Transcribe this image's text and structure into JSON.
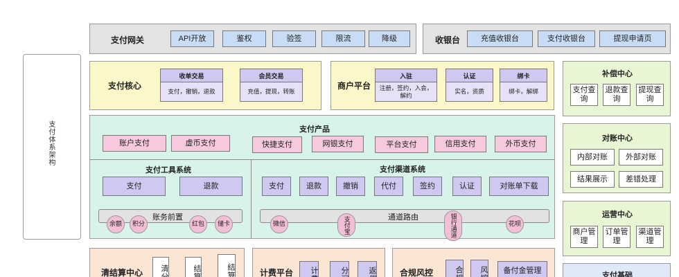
{
  "system_label": "支付体系架构",
  "gateway": {
    "title": "支付网关",
    "items": [
      "API开放",
      "鉴权",
      "验签",
      "限流",
      "降级"
    ]
  },
  "cashier": {
    "title": "收银台",
    "items": [
      "充值收银台",
      "支付收银台",
      "提现申请页"
    ]
  },
  "pay_core": {
    "title": "支付核心",
    "cards": [
      {
        "head": "收单交易",
        "body": "支付，撤销，退款"
      },
      {
        "head": "会员交易",
        "body": "充值，提现，转账"
      }
    ]
  },
  "merchant": {
    "title": "商户平台",
    "cards": [
      {
        "head": "入驻",
        "body": "注册，签约，入会，解约"
      },
      {
        "head": "认证",
        "body": "实名，资质"
      },
      {
        "head": "绑卡",
        "body": "绑卡，解绑"
      }
    ]
  },
  "products": {
    "title": "支付产品",
    "left_items": [
      "账户支付",
      "虚币支付"
    ],
    "right_items": [
      "快捷支付",
      "网银支付",
      "平台支付",
      "信用支付",
      "外币支付"
    ]
  },
  "tools": {
    "title": "支付工具系统",
    "items": [
      "支付",
      "退款"
    ],
    "ledger_label": "账务前置",
    "ledger_circles": [
      "余额",
      "积分",
      "红包",
      "储卡"
    ]
  },
  "channels": {
    "title": "支付渠道系统",
    "items": [
      "支付",
      "退款",
      "撤销",
      "代付",
      "签约",
      "认证",
      "对账单下载"
    ],
    "routing_label": "通道路由",
    "routing_circles": [
      "微信",
      "支付宝",
      "银行通道",
      "花呗"
    ]
  },
  "right_side": {
    "compensation": {
      "title": "补偿中心",
      "items": [
        "支付查询",
        "退款查询",
        "提现查询"
      ]
    },
    "reconcile": {
      "title": "对账中心",
      "items": [
        "内部对账",
        "外部对账",
        "结果展示",
        "差错处理"
      ]
    },
    "operations": {
      "title": "运营中心",
      "items": [
        "商户管理",
        "订单管理",
        "渠道管理"
      ]
    },
    "basis": {
      "title": "支付基础"
    }
  },
  "bottom": {
    "settlement": {
      "title": "清结算中心",
      "items": [
        "清分",
        "结算",
        "结算"
      ]
    },
    "billing": {
      "title": "计费平台",
      "items": [
        "计费",
        "分润",
        "返佣"
      ]
    },
    "risk": {
      "title": "合规风控",
      "items": [
        "合规",
        "风控",
        "备付金管理"
      ]
    }
  },
  "colors": {
    "gray_bg": "#e3e3e3",
    "yellow_bg": "#fbf7c9",
    "green_bg": "#d8f4ea",
    "lightgreen_bg": "#e8f6d3",
    "orange_bg": "#fbe6d5",
    "blue_btn": "#c9dcf5",
    "purple_btn": "#cfc8f0",
    "pink_btn": "#f6c9de"
  }
}
